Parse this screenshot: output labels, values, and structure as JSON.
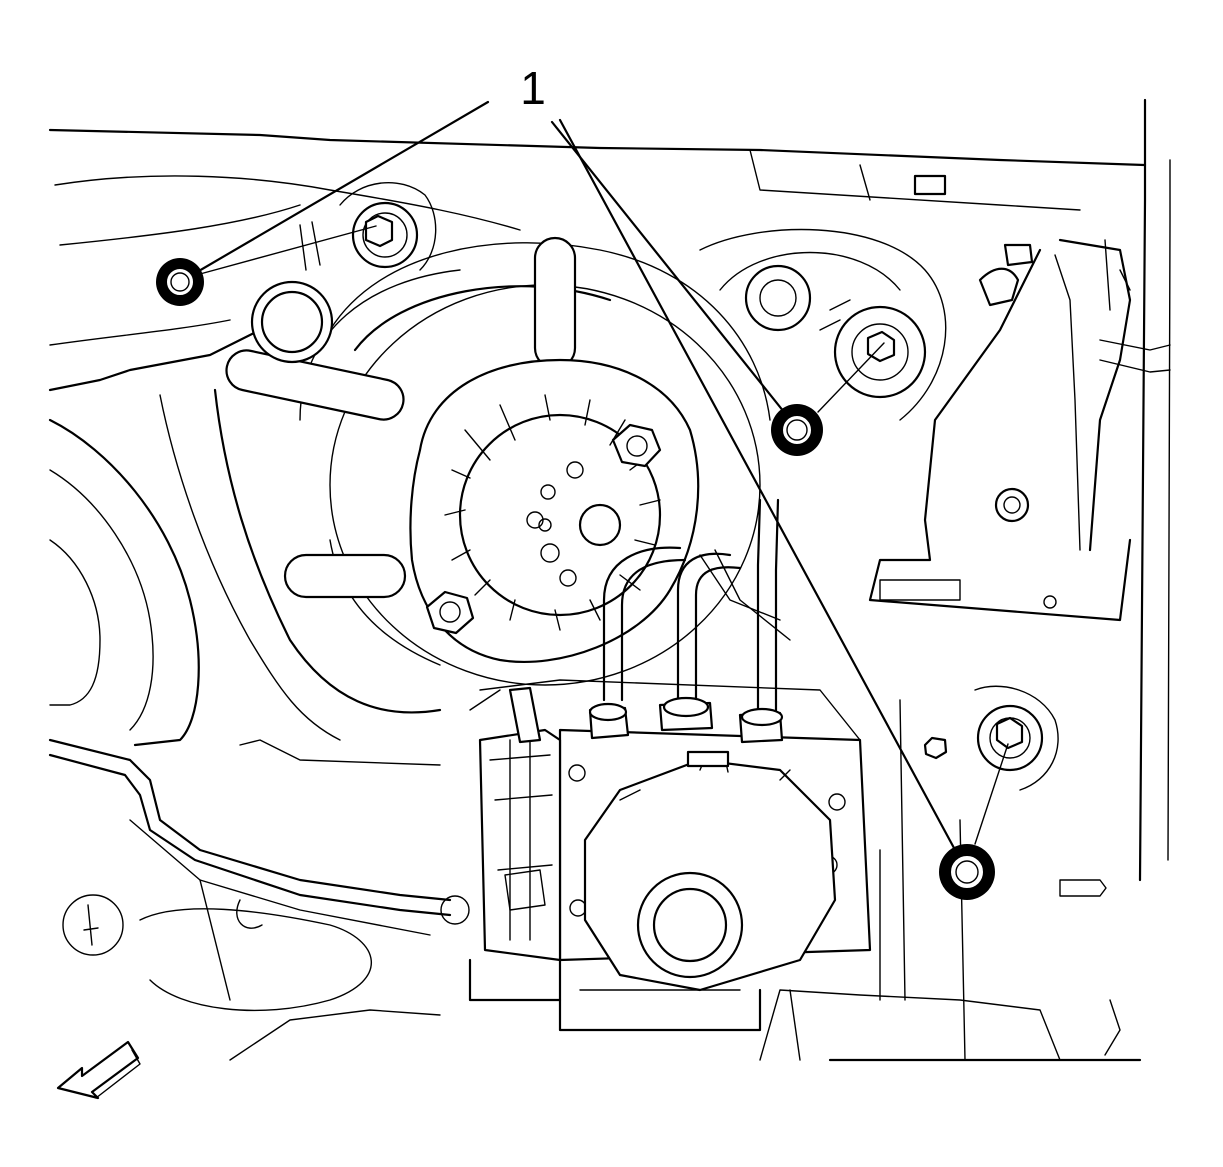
{
  "callout": {
    "label": "1",
    "target_count": 3,
    "target": "nut"
  },
  "direction_arrow": {
    "icon": "front-direction-arrow-icon"
  },
  "components": [
    "brake-booster",
    "abs-module",
    "abs-pump-motor",
    "brake-lines",
    "mounting-bracket",
    "nut"
  ],
  "colors": {
    "line": "#000000",
    "background": "#ffffff"
  }
}
